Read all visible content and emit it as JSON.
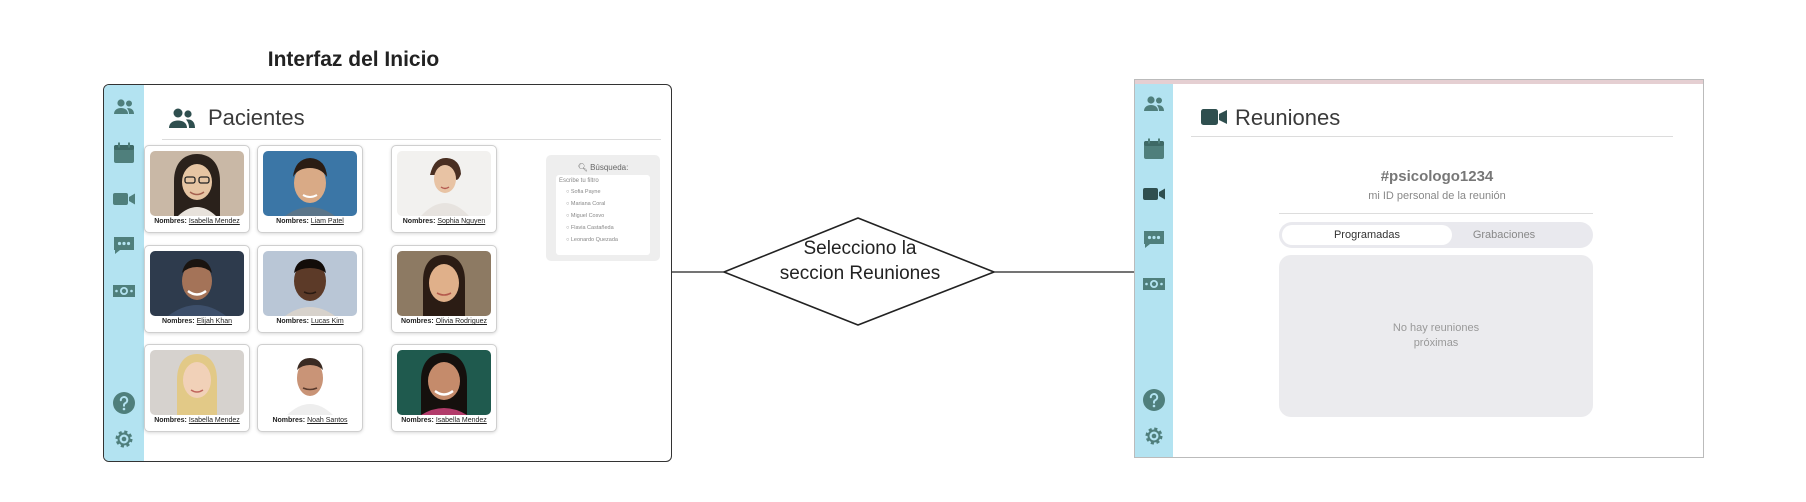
{
  "diagram": {
    "title": "Interfaz del Inicio",
    "decision_line1": "Selecciono la",
    "decision_line2": "seccion Reuniones"
  },
  "colors": {
    "sidebar_bg": "#b3e3f1",
    "sidebar_icon": "#4f7f7c",
    "heading_icon": "#2f4f4f"
  },
  "sidebar_icons": [
    "users-icon",
    "calendar-icon",
    "video-camera-icon",
    "chat-bubble-icon",
    "money-icon",
    "help-icon",
    "settings-icon"
  ],
  "patients_screen": {
    "heading": "Pacientes",
    "caption_label": "Nombres:",
    "cards": [
      {
        "name": "Isabella Mendez"
      },
      {
        "name": "Liam Patel"
      },
      {
        "name": "Sophia Nguyen"
      },
      {
        "name": "Elijah Khan"
      },
      {
        "name": "Lucas Kim"
      },
      {
        "name": "Olivia Rodriguez"
      },
      {
        "name": "Isabella Mendez"
      },
      {
        "name": "Noah Santos"
      },
      {
        "name": "Isabella Mendez"
      }
    ],
    "search": {
      "title": "Búsqueda:",
      "placeholder": "Escribe tu filtro",
      "options": [
        "Sofia Payne",
        "Mariana Coral",
        "Miguel Cosvo",
        "Flavia Castañeda",
        "Leonardo Quezada"
      ]
    }
  },
  "meetings_screen": {
    "heading": "Reuniones",
    "room_id": "#psicologo1234",
    "room_id_caption": "mi ID personal de la reunión",
    "tabs": [
      {
        "label": "Programadas",
        "active": true
      },
      {
        "label": "Grabaciones",
        "active": false
      }
    ],
    "empty_line1": "No hay reuniones",
    "empty_line2": "próximas"
  }
}
